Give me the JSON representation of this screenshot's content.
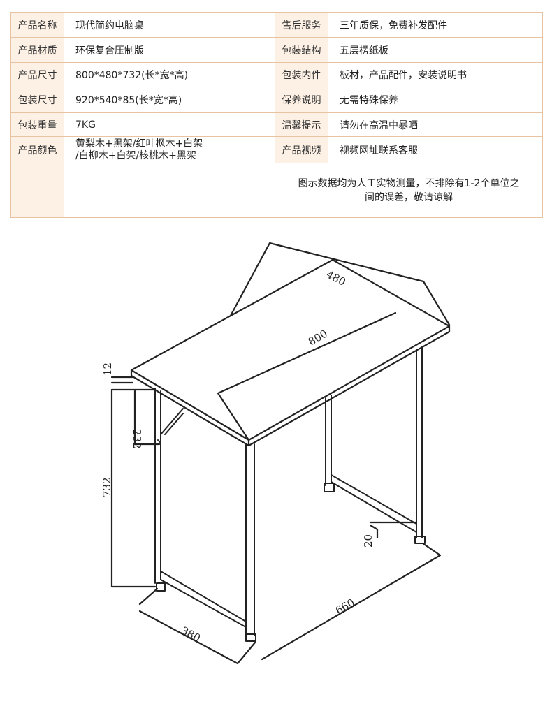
{
  "spec": {
    "rows": [
      {
        "label1": "产品名称",
        "value1": "现代简约电脑桌",
        "label2": "售后服务",
        "value2": "三年质保，免费补发配件"
      },
      {
        "label1": "产品材质",
        "value1": "环保复合压制版",
        "label2": "包装结构",
        "value2": "五层楞纸板"
      },
      {
        "label1": "产品尺寸",
        "value1": "800*480*732(长*宽*高)",
        "label2": "包装内件",
        "value2": "板材，产品配件，安装说明书"
      },
      {
        "label1": "包装尺寸",
        "value1": "920*540*85(长*宽*高)",
        "label2": "保养说明",
        "value2": "无需特殊保养"
      },
      {
        "label1": "包装重量",
        "value1": "7KG",
        "label2": "温馨提示",
        "value2": "请勿在高温中暴晒"
      },
      {
        "label1": "产品颜色",
        "value1_line1": "黄梨木+黑架/红叶枫木+白架",
        "value1_line2": "/白柳木+白架/核桃木+黑架",
        "label2": "产品视频",
        "value2": "视频网址联系客服"
      }
    ],
    "note_line1": "图示数据均为人工实物测量，不排除有1-2个单位之",
    "note_line2": "间的误差，敬请谅解"
  },
  "dimensions": {
    "width": "480",
    "length": "800",
    "top_thickness": "12",
    "brace": "232",
    "height": "732",
    "foot": "20",
    "base_depth": "380",
    "base_length": "660"
  },
  "colors": {
    "table_border": "#e7c3a2",
    "label_bg": "#fdf0e4",
    "line": "#222222"
  }
}
